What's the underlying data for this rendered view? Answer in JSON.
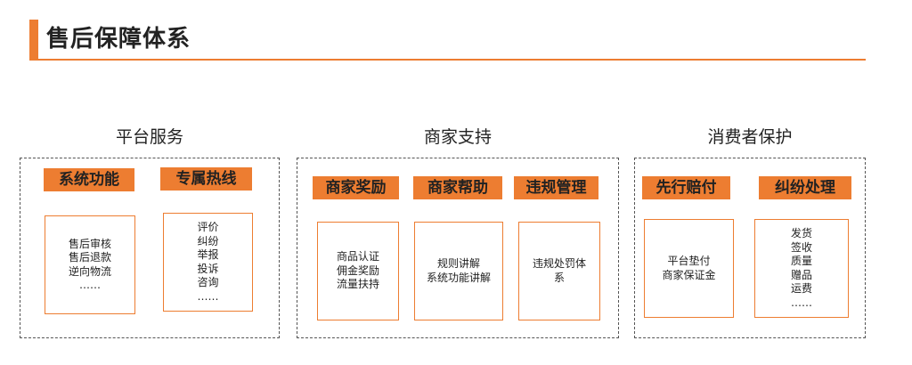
{
  "page": {
    "title": "售后保障体系"
  },
  "sections": [
    {
      "heading": "平台服务",
      "columns": [
        {
          "label": "系统功能",
          "items": [
            "售后审核",
            "售后退款",
            "逆向物流",
            "……"
          ]
        },
        {
          "label": "专属热线",
          "items": [
            "评价",
            "纠纷",
            "举报",
            "投诉",
            "咨询",
            "……"
          ]
        }
      ]
    },
    {
      "heading": "商家支持",
      "columns": [
        {
          "label": "商家奖励",
          "items": [
            "商品认证",
            "佣金奖励",
            "流量扶持"
          ]
        },
        {
          "label": "商家帮助",
          "items": [
            "规则讲解",
            "系统功能讲解"
          ]
        },
        {
          "label": "违规管理",
          "items": [
            "违规处罚体",
            "系"
          ]
        }
      ]
    },
    {
      "heading": "消费者保护",
      "columns": [
        {
          "label": "先行赔付",
          "items": [
            "平台垫付",
            "商家保证金"
          ]
        },
        {
          "label": "纠纷处理",
          "items": [
            "发货",
            "签收",
            "质量",
            "赠品",
            "运费",
            "……"
          ]
        }
      ]
    }
  ]
}
